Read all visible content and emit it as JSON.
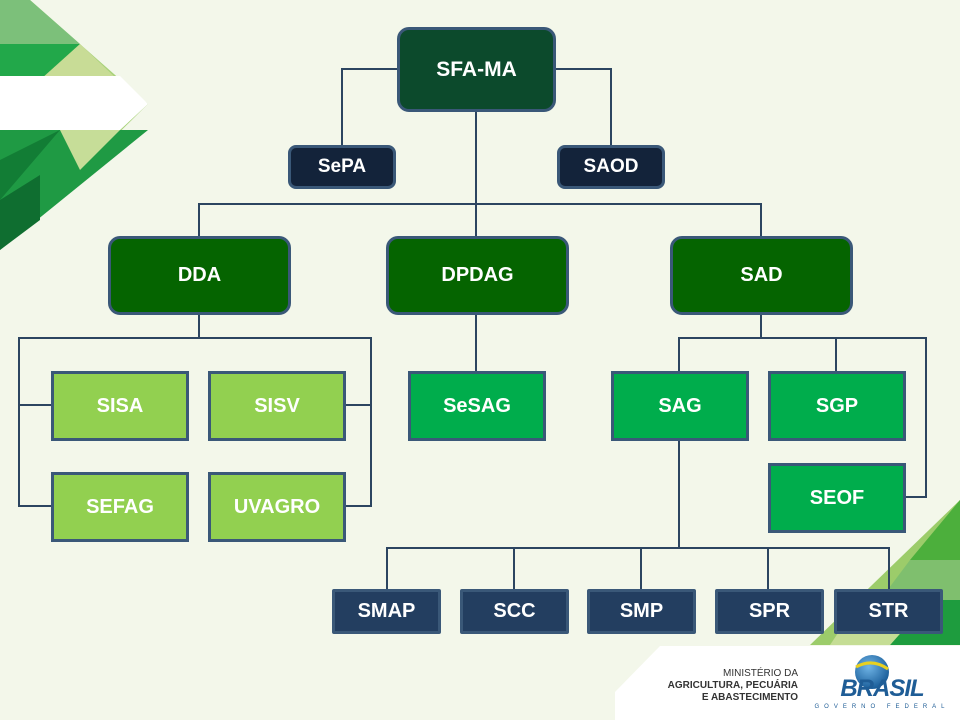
{
  "colors": {
    "background": "#f3f7ea",
    "border": "#3a5878",
    "root_fill": "#0c4a2c",
    "secretariat_fill": "#13233a",
    "division_fill": "#056400",
    "dda_units_fill": "#92d050",
    "service_fill": "#00ad4c",
    "sag_units_fill": "#233e60"
  },
  "org": {
    "root": {
      "label": "SFA-MA"
    },
    "staff": [
      {
        "label": "SePA"
      },
      {
        "label": "SAOD"
      }
    ],
    "divisions": [
      {
        "label": "DDA",
        "children": [
          {
            "label": "SISA"
          },
          {
            "label": "SISV"
          },
          {
            "label": "SEFAG"
          },
          {
            "label": "UVAGRO"
          }
        ]
      },
      {
        "label": "DPDAG",
        "children": [
          {
            "label": "SeSAG"
          }
        ]
      },
      {
        "label": "SAD",
        "children": [
          {
            "label": "SAG",
            "children": [
              {
                "label": "SMAP"
              },
              {
                "label": "SCC"
              },
              {
                "label": "SMP"
              },
              {
                "label": "SPR"
              },
              {
                "label": "STR"
              }
            ]
          },
          {
            "label": "SGP"
          },
          {
            "label": "SEOF"
          }
        ]
      }
    ]
  },
  "footer": {
    "ministry_line1": "MINISTÉRIO DA",
    "ministry_line2": "AGRICULTURA, PECUÁRIA",
    "ministry_line3": "E ABASTECIMENTO",
    "logo_word": "BRASIL",
    "logo_sub": "GOVERNO FEDERAL"
  }
}
